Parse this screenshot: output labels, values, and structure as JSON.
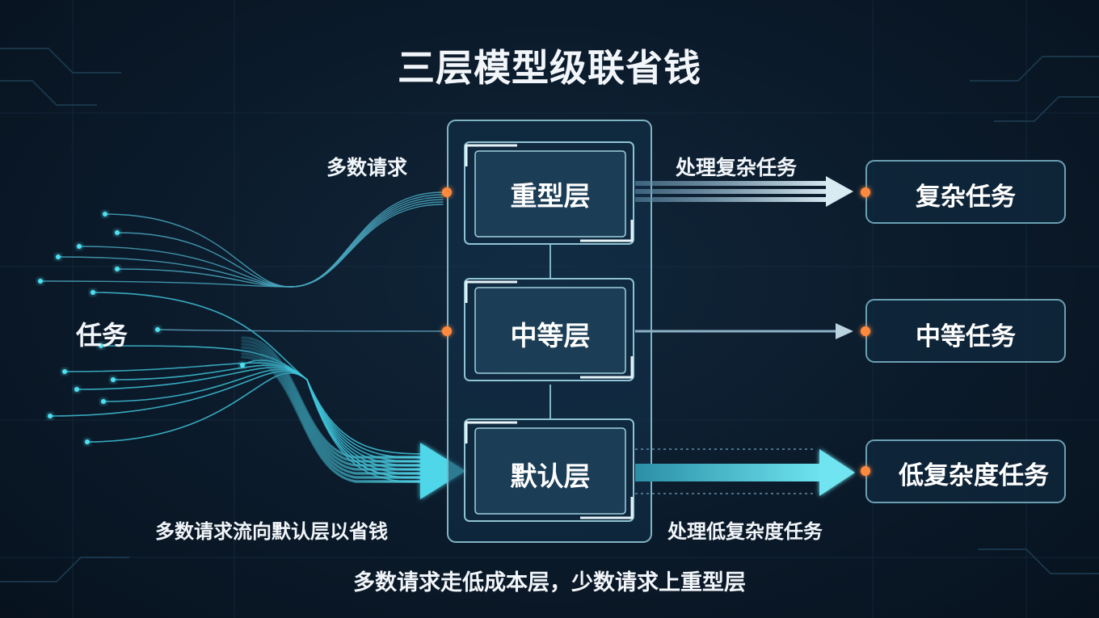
{
  "title": "三层模型级联省钱",
  "input": {
    "task_label": "任务",
    "majority_label": "多数请求",
    "flow_note": "多数请求流向默认层以省钱"
  },
  "tiers": [
    {
      "label": "重型层"
    },
    {
      "label": "中等层"
    },
    {
      "label": "默认层"
    }
  ],
  "outputs": [
    {
      "label": "复杂任务"
    },
    {
      "label": "中等任务"
    },
    {
      "label": "低复杂度任务"
    }
  ],
  "edge_labels": {
    "complex": "处理复杂任务",
    "low": "处理低复杂度任务"
  },
  "footer": "多数请求走低成本层，少数请求上重型层",
  "colors": {
    "background": "#0b1a2a",
    "accent_cyan": "#3ec3d8",
    "node_orange": "#ff8a3d",
    "panel_border": "#7fb4c4",
    "text": "#ffffff"
  }
}
